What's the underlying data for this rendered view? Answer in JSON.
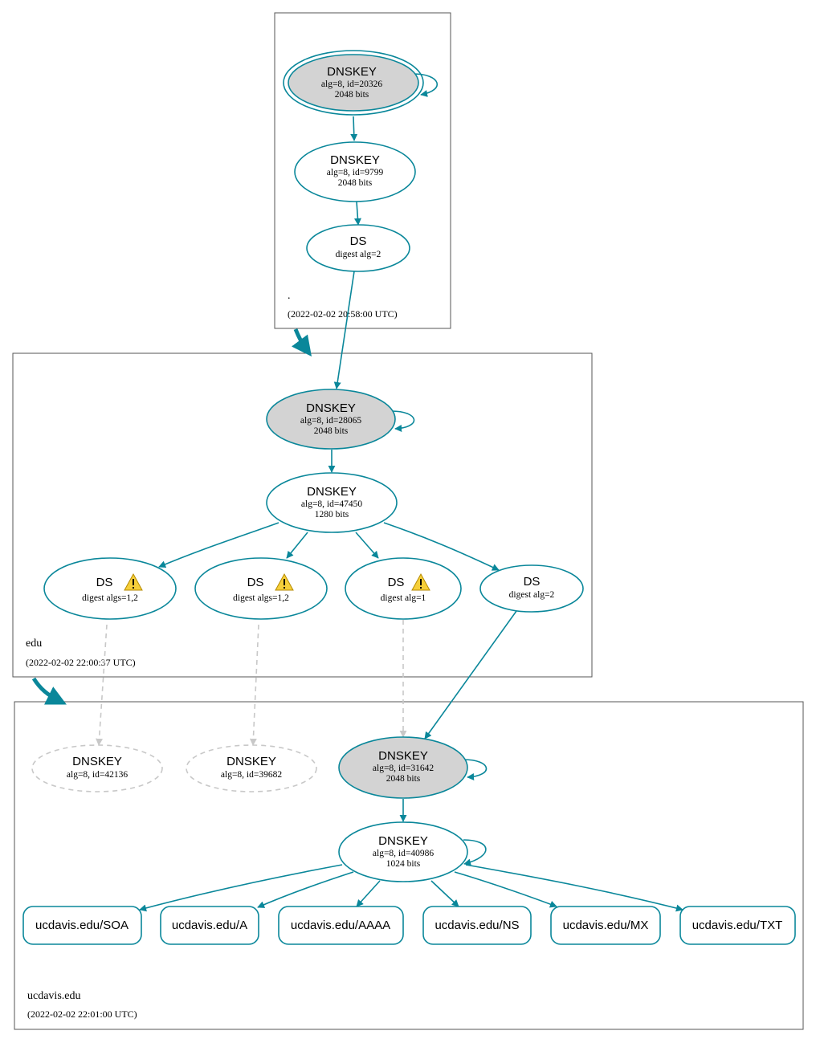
{
  "colors": {
    "edge": "#0a879a",
    "missing": "#c8c8c8",
    "sep_fill": "#d3d3d3",
    "warning_fill": "#f6cf3a"
  },
  "zones": {
    "root": {
      "name": ".",
      "time": "(2022-02-02 20:58:00 UTC)"
    },
    "edu": {
      "name": "edu",
      "time": "(2022-02-02 22:00:37 UTC)"
    },
    "ucdavis": {
      "name": "ucdavis.edu",
      "time": "(2022-02-02 22:01:00 UTC)"
    }
  },
  "nodes": {
    "root_ksk": {
      "title": "DNSKEY",
      "line1": "alg=8, id=20326",
      "line2": "2048 bits"
    },
    "root_zsk": {
      "title": "DNSKEY",
      "line1": "alg=8, id=9799",
      "line2": "2048 bits"
    },
    "root_ds": {
      "title": "DS",
      "line1": "digest alg=2"
    },
    "edu_ksk": {
      "title": "DNSKEY",
      "line1": "alg=8, id=28065",
      "line2": "2048 bits"
    },
    "edu_zsk": {
      "title": "DNSKEY",
      "line1": "alg=8, id=47450",
      "line2": "1280 bits"
    },
    "edu_ds1": {
      "title": "DS",
      "line1": "digest algs=1,2",
      "warning": "warning-icon"
    },
    "edu_ds2": {
      "title": "DS",
      "line1": "digest algs=1,2",
      "warning": "warning-icon"
    },
    "edu_ds3": {
      "title": "DS",
      "line1": "digest alg=1",
      "warning": "warning-icon"
    },
    "edu_ds4": {
      "title": "DS",
      "line1": "digest alg=2"
    },
    "uc_missing1": {
      "title": "DNSKEY",
      "line1": "alg=8, id=42136"
    },
    "uc_missing2": {
      "title": "DNSKEY",
      "line1": "alg=8, id=39682"
    },
    "uc_ksk": {
      "title": "DNSKEY",
      "line1": "alg=8, id=31642",
      "line2": "2048 bits"
    },
    "uc_zsk": {
      "title": "DNSKEY",
      "line1": "alg=8, id=40986",
      "line2": "1024 bits"
    }
  },
  "rrsets": {
    "soa": "ucdavis.edu/SOA",
    "a": "ucdavis.edu/A",
    "aaaa": "ucdavis.edu/AAAA",
    "ns": "ucdavis.edu/NS",
    "mx": "ucdavis.edu/MX",
    "txt": "ucdavis.edu/TXT"
  }
}
